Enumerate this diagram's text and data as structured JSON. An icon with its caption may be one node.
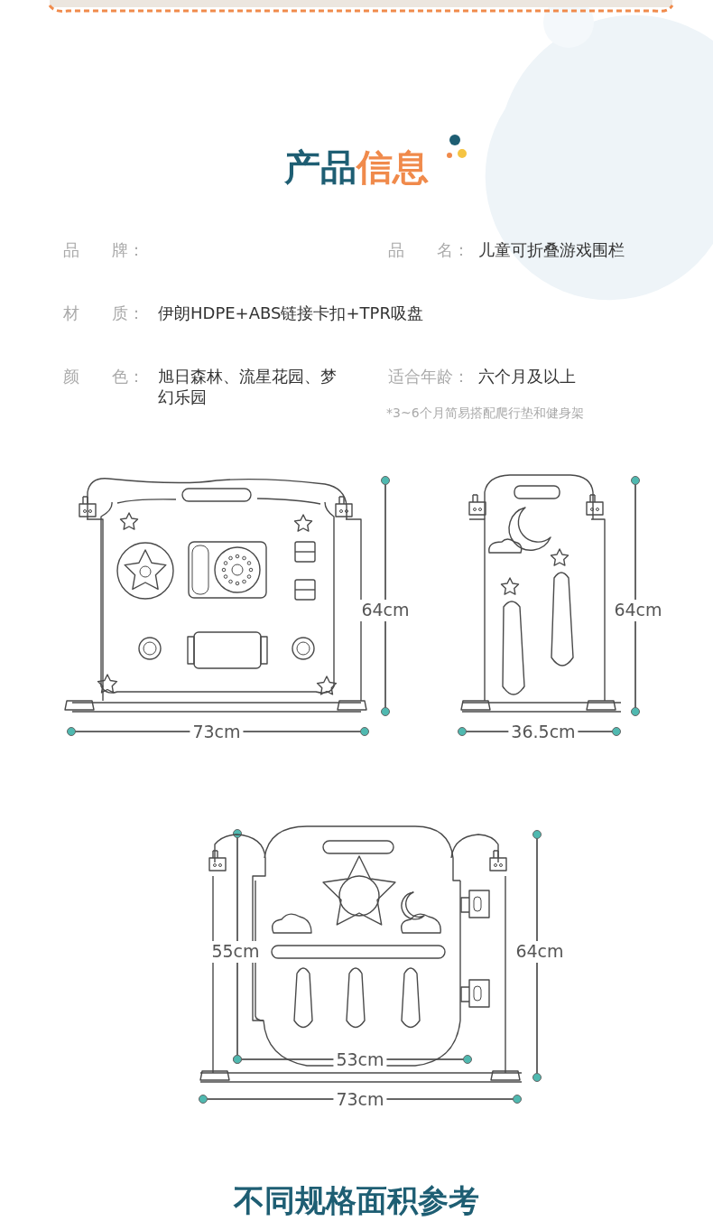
{
  "diagram": {
    "title": "产品信息",
    "labels": [
      "品　　牌：",
      "品　　名：",
      "儿童可折叠游戏围栏",
      "材　　质：",
      "伊朗HDPE+ABS链接卡扣+TPR吸盘",
      "颜　　色：",
      "旭日森林、流星花园、梦幻乐园",
      "适合年龄：",
      "六个月及以上",
      "*3~6个月简易搭配爬行垫和健身架",
      "64cm",
      "73cm",
      "64cm",
      "36.5cm",
      "55cm",
      "64cm",
      "53cm",
      "73cm",
      "不同规格面积参考"
    ]
  }
}
